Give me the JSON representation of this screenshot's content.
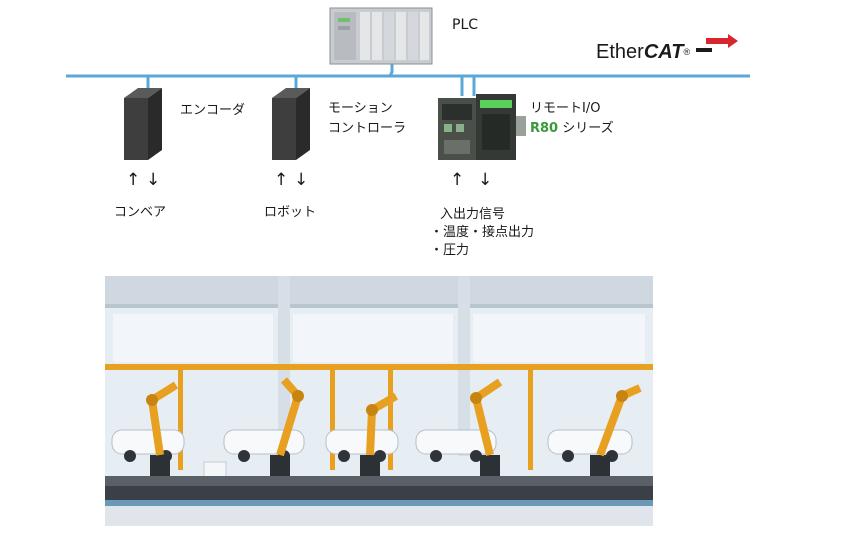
{
  "plc": {
    "label": "PLC"
  },
  "brand": {
    "ether": "Ether",
    "cat": "CAT",
    "reg": "®"
  },
  "devices": {
    "encoder": {
      "label": "エンコーダ",
      "io_label": "コンベア"
    },
    "motion": {
      "label_line1": "モーション",
      "label_line2": "コントローラ",
      "io_label": "ロボット"
    },
    "remote_io": {
      "label_line1": "リモートI/O",
      "series_model": "R80",
      "series_suffix": " シリーズ",
      "io_title": "入出力信号",
      "io_items": [
        "・温度・接点出力",
        "・圧力"
      ]
    }
  },
  "arrows": {
    "up": "↑",
    "down": "↓"
  },
  "colors": {
    "bus": "#5aa8d8",
    "accent_green": "#3a9a3a",
    "ethercat_red": "#d8262e",
    "robot_orange": "#e8a020"
  }
}
